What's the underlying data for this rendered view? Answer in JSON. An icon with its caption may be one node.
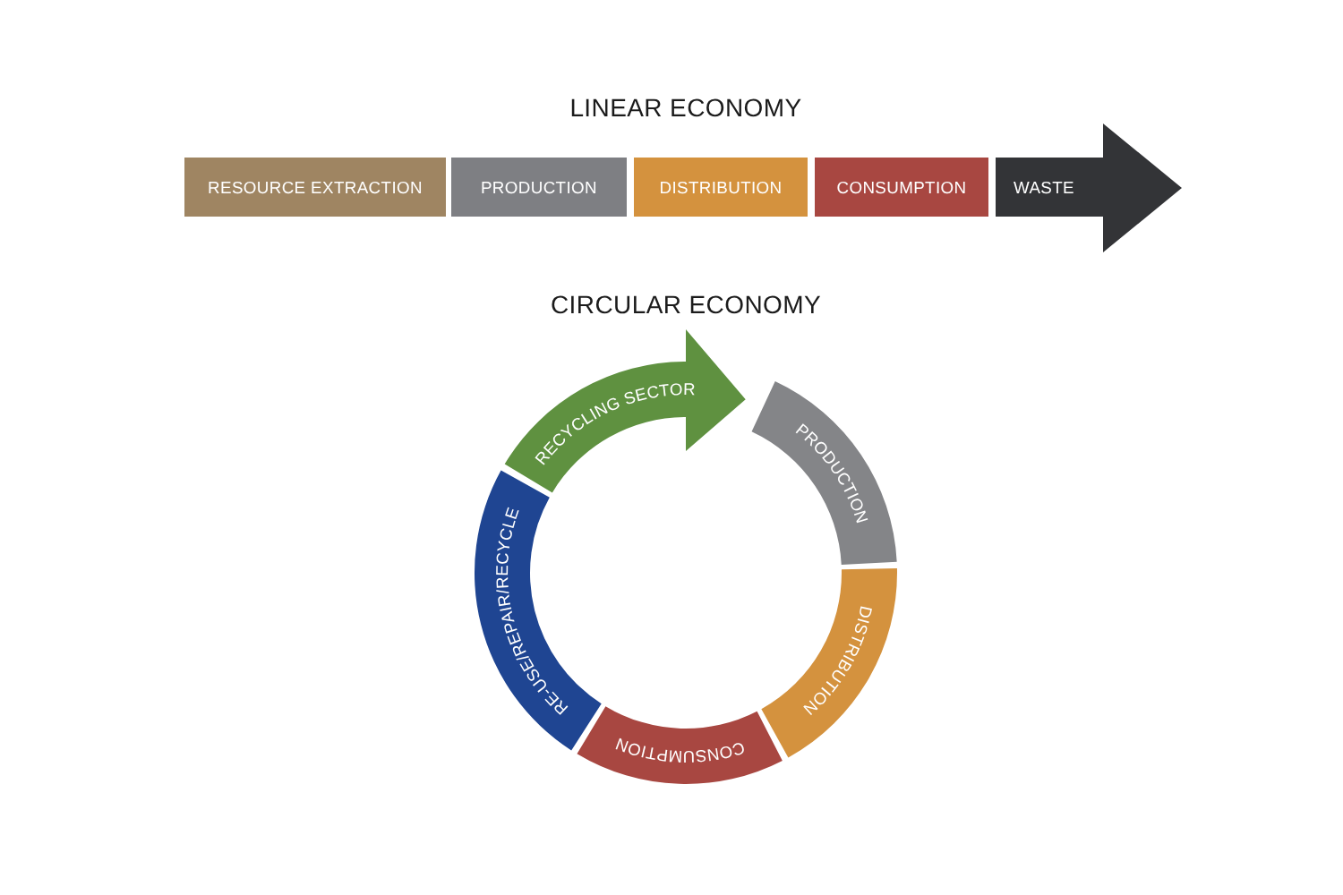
{
  "diagram": {
    "nodes": [
      {
        "text": [
          "RESOURCE EXTRACTION"
        ]
      },
      {
        "text": [
          "PRODUCTION"
        ]
      },
      {
        "text": [
          "DISTRIBUTION"
        ]
      },
      {
        "text": [
          "CONSUMPTION"
        ]
      },
      {
        "text": [
          "WASTE"
        ]
      },
      {
        "text": [
          "RECYCLING SECTOR"
        ]
      },
      {
        "text": [
          "PRODUCTION"
        ]
      },
      {
        "text": [
          "DISTRIBUTION"
        ]
      },
      {
        "text": [
          "CONSUMPTION"
        ]
      },
      {
        "text": [
          "RE-USE/REPAIR/RECYCLE"
        ]
      }
    ],
    "labels": [
      "LINEAR ECONOMY",
      "CIRCULAR ECONOMY"
    ]
  }
}
